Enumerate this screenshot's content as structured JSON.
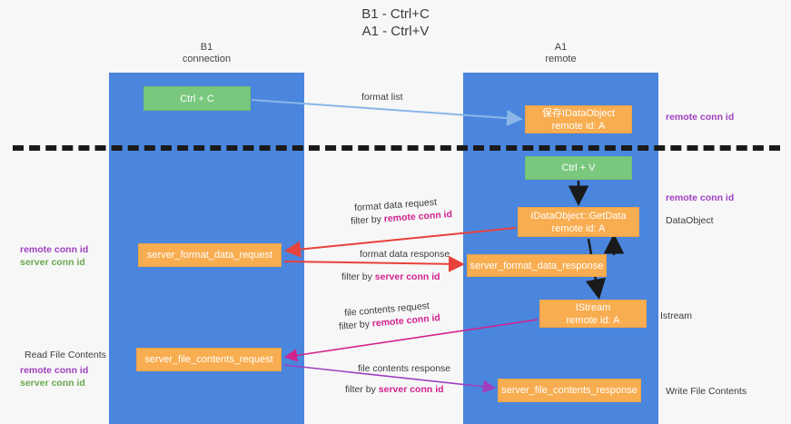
{
  "title": {
    "line1": "B1 - Ctrl+C",
    "line2": "A1 - Ctrl+V"
  },
  "lanes": [
    {
      "id": "b1",
      "name": "B1",
      "sub": "connection",
      "color": "#4a86dd"
    },
    {
      "id": "a1",
      "name": "A1",
      "sub": "remote",
      "color": "#4a86dd"
    }
  ],
  "nodes": {
    "ctrl_c": {
      "line1": "Ctrl + C",
      "line2": "",
      "color": "#79c87e"
    },
    "idataobject": {
      "line1": "保存IDataObject",
      "line2": "remote id: A",
      "color": "#f8ad50"
    },
    "ctrl_v": {
      "line1": "Ctrl + V",
      "line2": "",
      "color": "#79c87e"
    },
    "getdata": {
      "line1": "IDataObject::GetData",
      "line2": "remote id: A",
      "color": "#f8ad50"
    },
    "format_req": {
      "line1": "server_format_data_request",
      "line2": "",
      "color": "#f8ad50"
    },
    "format_resp": {
      "line1": "server_format_data_response",
      "line2": "",
      "color": "#f8ad50"
    },
    "istream": {
      "line1": "IStream",
      "line2": "remote id: A",
      "color": "#f8ad50"
    },
    "file_req": {
      "line1": "server_file_contents_request",
      "line2": "",
      "color": "#f8ad50"
    },
    "file_resp": {
      "line1": "server_file_contents_response",
      "line2": "",
      "color": "#f8ad50"
    }
  },
  "edge_labels": {
    "format_list": "format list",
    "format_data_request": "format data request",
    "filter_remote_1": "filter by ",
    "format_data_response": "format data response",
    "filter_server_1": "filter by ",
    "file_contents_request": "file contents request",
    "filter_remote_2": "filter by ",
    "file_contents_response": "file contents response",
    "filter_server_2": "filter by "
  },
  "tokens": {
    "remote_conn_id": "remote conn id",
    "server_conn_id": "server conn id"
  },
  "annotations": {
    "right_remote_top": "remote conn id",
    "right_remote_mid": "remote conn id",
    "right_dataobject": "DataObject",
    "right_istream": "Istream",
    "right_writefile": "Write File Contents",
    "left_readfile": "Read File Contents"
  },
  "colors": {
    "lane": "#4a86dd",
    "green_node": "#79c87e",
    "orange_node": "#f8ad50",
    "purple": "#a03fc0",
    "magenta": "#d2228f",
    "green_text": "#6aa84f",
    "arrow_blue": "#8ab6e8",
    "arrow_red": "#e8413c",
    "arrow_black": "#1a1a1a",
    "arrow_magenta": "#d2228f",
    "arrow_purple": "#a03fc0",
    "background": "#f7f7f7",
    "divider": "#1a1a1a"
  }
}
